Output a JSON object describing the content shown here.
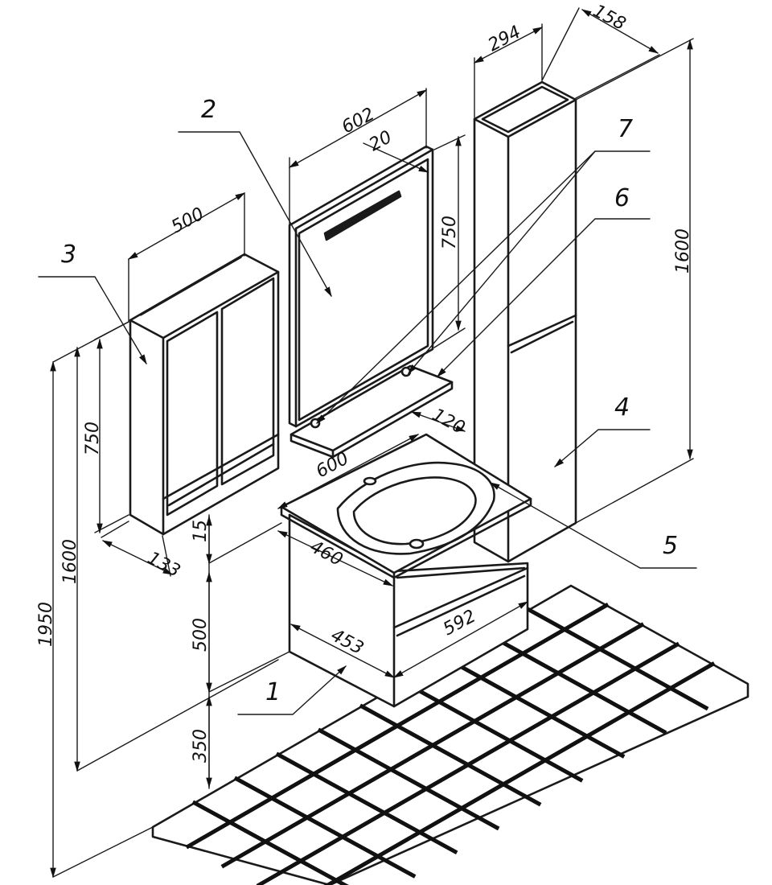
{
  "dimensions": {
    "cabinet_width": "500",
    "cabinet_height": "750",
    "cabinet_depth": "133",
    "mirror_width": "602",
    "mirror_depth": "20",
    "mirror_height": "750",
    "shelf_depth": "120",
    "column_width": "294",
    "column_depth": "158",
    "column_height": "1600",
    "sink_width": "600",
    "sink_depth": "460",
    "sink_thickness": "15",
    "vanity_height": "500",
    "vanity_depth": "453",
    "vanity_width": "592",
    "floor_gap": "350",
    "height_1600": "1600",
    "height_1950": "1950"
  },
  "callouts": {
    "vanity": "1",
    "mirror": "2",
    "wall_cabinet": "3",
    "column": "4",
    "sink": "5",
    "glass_shelf": "6",
    "mirror_mounts": "7"
  }
}
